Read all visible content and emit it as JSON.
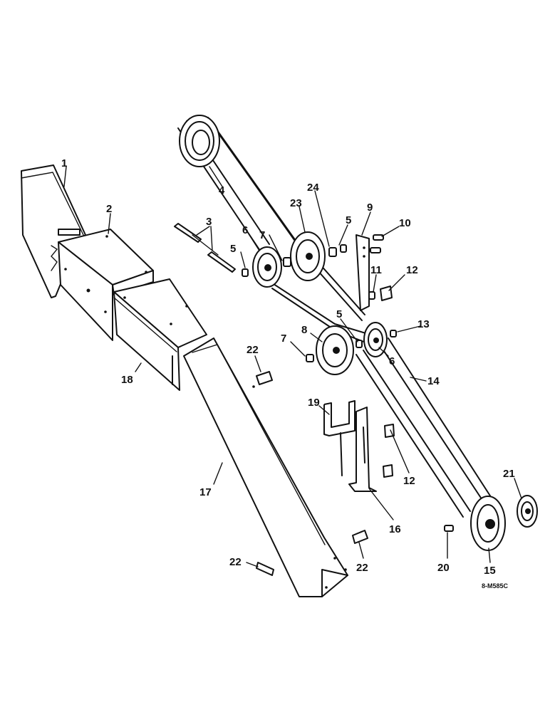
{
  "callouts": [
    {
      "id": "c1",
      "text": "1"
    },
    {
      "id": "c2",
      "text": "2"
    },
    {
      "id": "c3",
      "text": "3"
    },
    {
      "id": "c4",
      "text": "4"
    },
    {
      "id": "c5a",
      "text": "5"
    },
    {
      "id": "c5b",
      "text": "5"
    },
    {
      "id": "c5c",
      "text": "5"
    },
    {
      "id": "c6a",
      "text": "6"
    },
    {
      "id": "c6b",
      "text": "6"
    },
    {
      "id": "c7a",
      "text": "7"
    },
    {
      "id": "c7b",
      "text": "7"
    },
    {
      "id": "c8",
      "text": "8"
    },
    {
      "id": "c9",
      "text": "9"
    },
    {
      "id": "c10",
      "text": "10"
    },
    {
      "id": "c11",
      "text": "11"
    },
    {
      "id": "c12a",
      "text": "12"
    },
    {
      "id": "c12b",
      "text": "12"
    },
    {
      "id": "c13",
      "text": "13"
    },
    {
      "id": "c14",
      "text": "14"
    },
    {
      "id": "c15",
      "text": "15"
    },
    {
      "id": "c16",
      "text": "16"
    },
    {
      "id": "c17",
      "text": "17"
    },
    {
      "id": "c18",
      "text": "18"
    },
    {
      "id": "c19",
      "text": "19"
    },
    {
      "id": "c20",
      "text": "20"
    },
    {
      "id": "c21",
      "text": "21"
    },
    {
      "id": "c22a",
      "text": "22"
    },
    {
      "id": "c22b",
      "text": "22"
    },
    {
      "id": "c22c",
      "text": "22"
    },
    {
      "id": "c23",
      "text": "23"
    },
    {
      "id": "c24",
      "text": "24"
    }
  ],
  "drawing_ref": "8-M585C"
}
